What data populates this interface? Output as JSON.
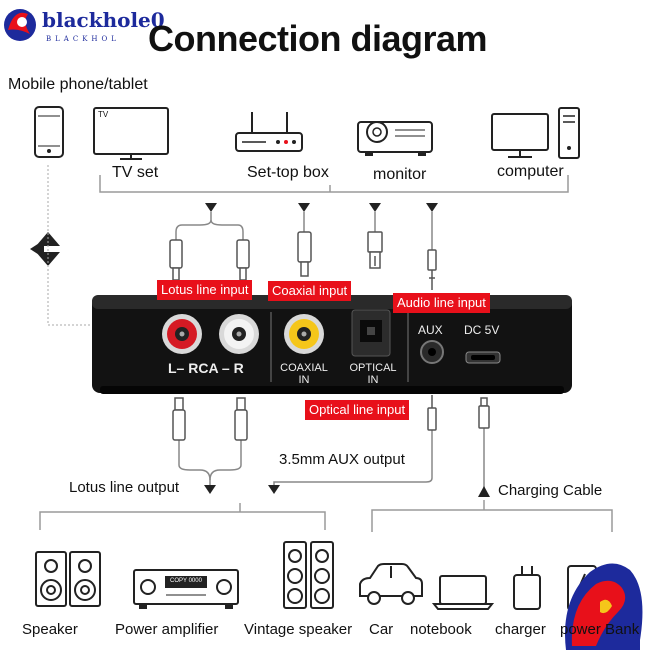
{
  "header": {
    "brand": "blackhole0",
    "brand_sub": "BLACKHOL",
    "title": "Connection diagram"
  },
  "inputs": {
    "group_label": "Mobile phone/tablet",
    "devices": [
      "TV set",
      "Set-top box",
      "monitor",
      "computer"
    ]
  },
  "tags": {
    "lotus_input": "Lotus line input",
    "coaxial_input": "Coaxial input",
    "audio_input": "Audio line input",
    "optical_input": "Optical line input"
  },
  "panel": {
    "rca_label": "L– RCA – R",
    "coaxial_label": "COAXIAL",
    "coaxial_in": "IN",
    "optical_label": "OPTICAL",
    "optical_in": "IN",
    "aux_label": "AUX",
    "dc_label": "DC 5V",
    "tv_screen_text": "TV"
  },
  "outputs": {
    "aux_output": "3.5mm AUX output",
    "lotus_output": "Lotus line output",
    "charging_cable": "Charging Cable",
    "devices": [
      "Speaker",
      "Power amplifier",
      "Vintage speaker",
      "Car",
      "notebook",
      "charger",
      "power Bank"
    ],
    "amp_display": "COPY 0000"
  }
}
